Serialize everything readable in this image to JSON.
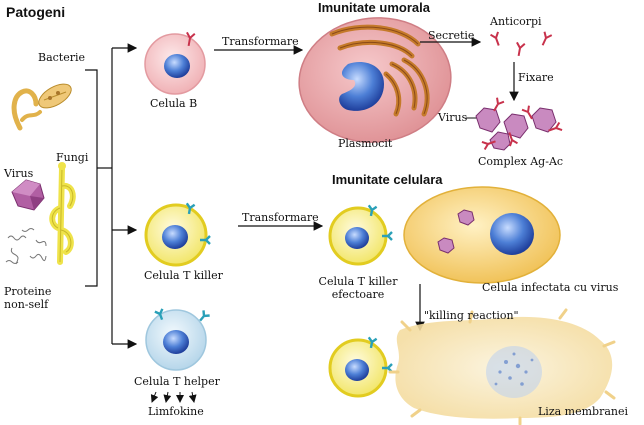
{
  "labels": {
    "title": "Patogeni",
    "bacterie": "Bacterie",
    "fungi": "Fungi",
    "virus": "Virus",
    "proteine_line1": "Proteine",
    "proteine_line2": "non-self",
    "celula_b": "Celula B",
    "imunitate_umorala": "Imunitate umorala",
    "transformare_1": "Transformare",
    "secretie": "Secretie",
    "anticorpi": "Anticorpi",
    "plasmocit": "Plasmocit",
    "fixare": "Fixare",
    "virus_complex": "Virus",
    "complex_ag_ac": "Complex Ag-Ac",
    "imunitate_celulara": "Imunitate celulara",
    "transformare_2": "Transformare",
    "celula_t_killer": "Celula T killer",
    "celula_t_killer_efectoare_line1": "Celula T killer",
    "celula_t_killer_efectoare_line2": "efectoare",
    "celula_infectata": "Celula infectata cu virus",
    "killing_reaction": "\"killing reaction\"",
    "celula_t_helper": "Celula T helper",
    "limfokine": "Limfokine",
    "liza_membranei": "Liza membranei"
  },
  "colors": {
    "b_cell": "#f4c4c6",
    "plasma_cell": "#e7a2a4",
    "nucleus": "#3566c8",
    "t_killer": "#f5ee90",
    "t_killer_ring": "#e8cf1c",
    "t_helper": "#c9e3f2",
    "infected_cell": "#f7d98e",
    "receptor": "#2aa0b8",
    "antibody": "#c8324c",
    "virus": "#a84c96"
  }
}
